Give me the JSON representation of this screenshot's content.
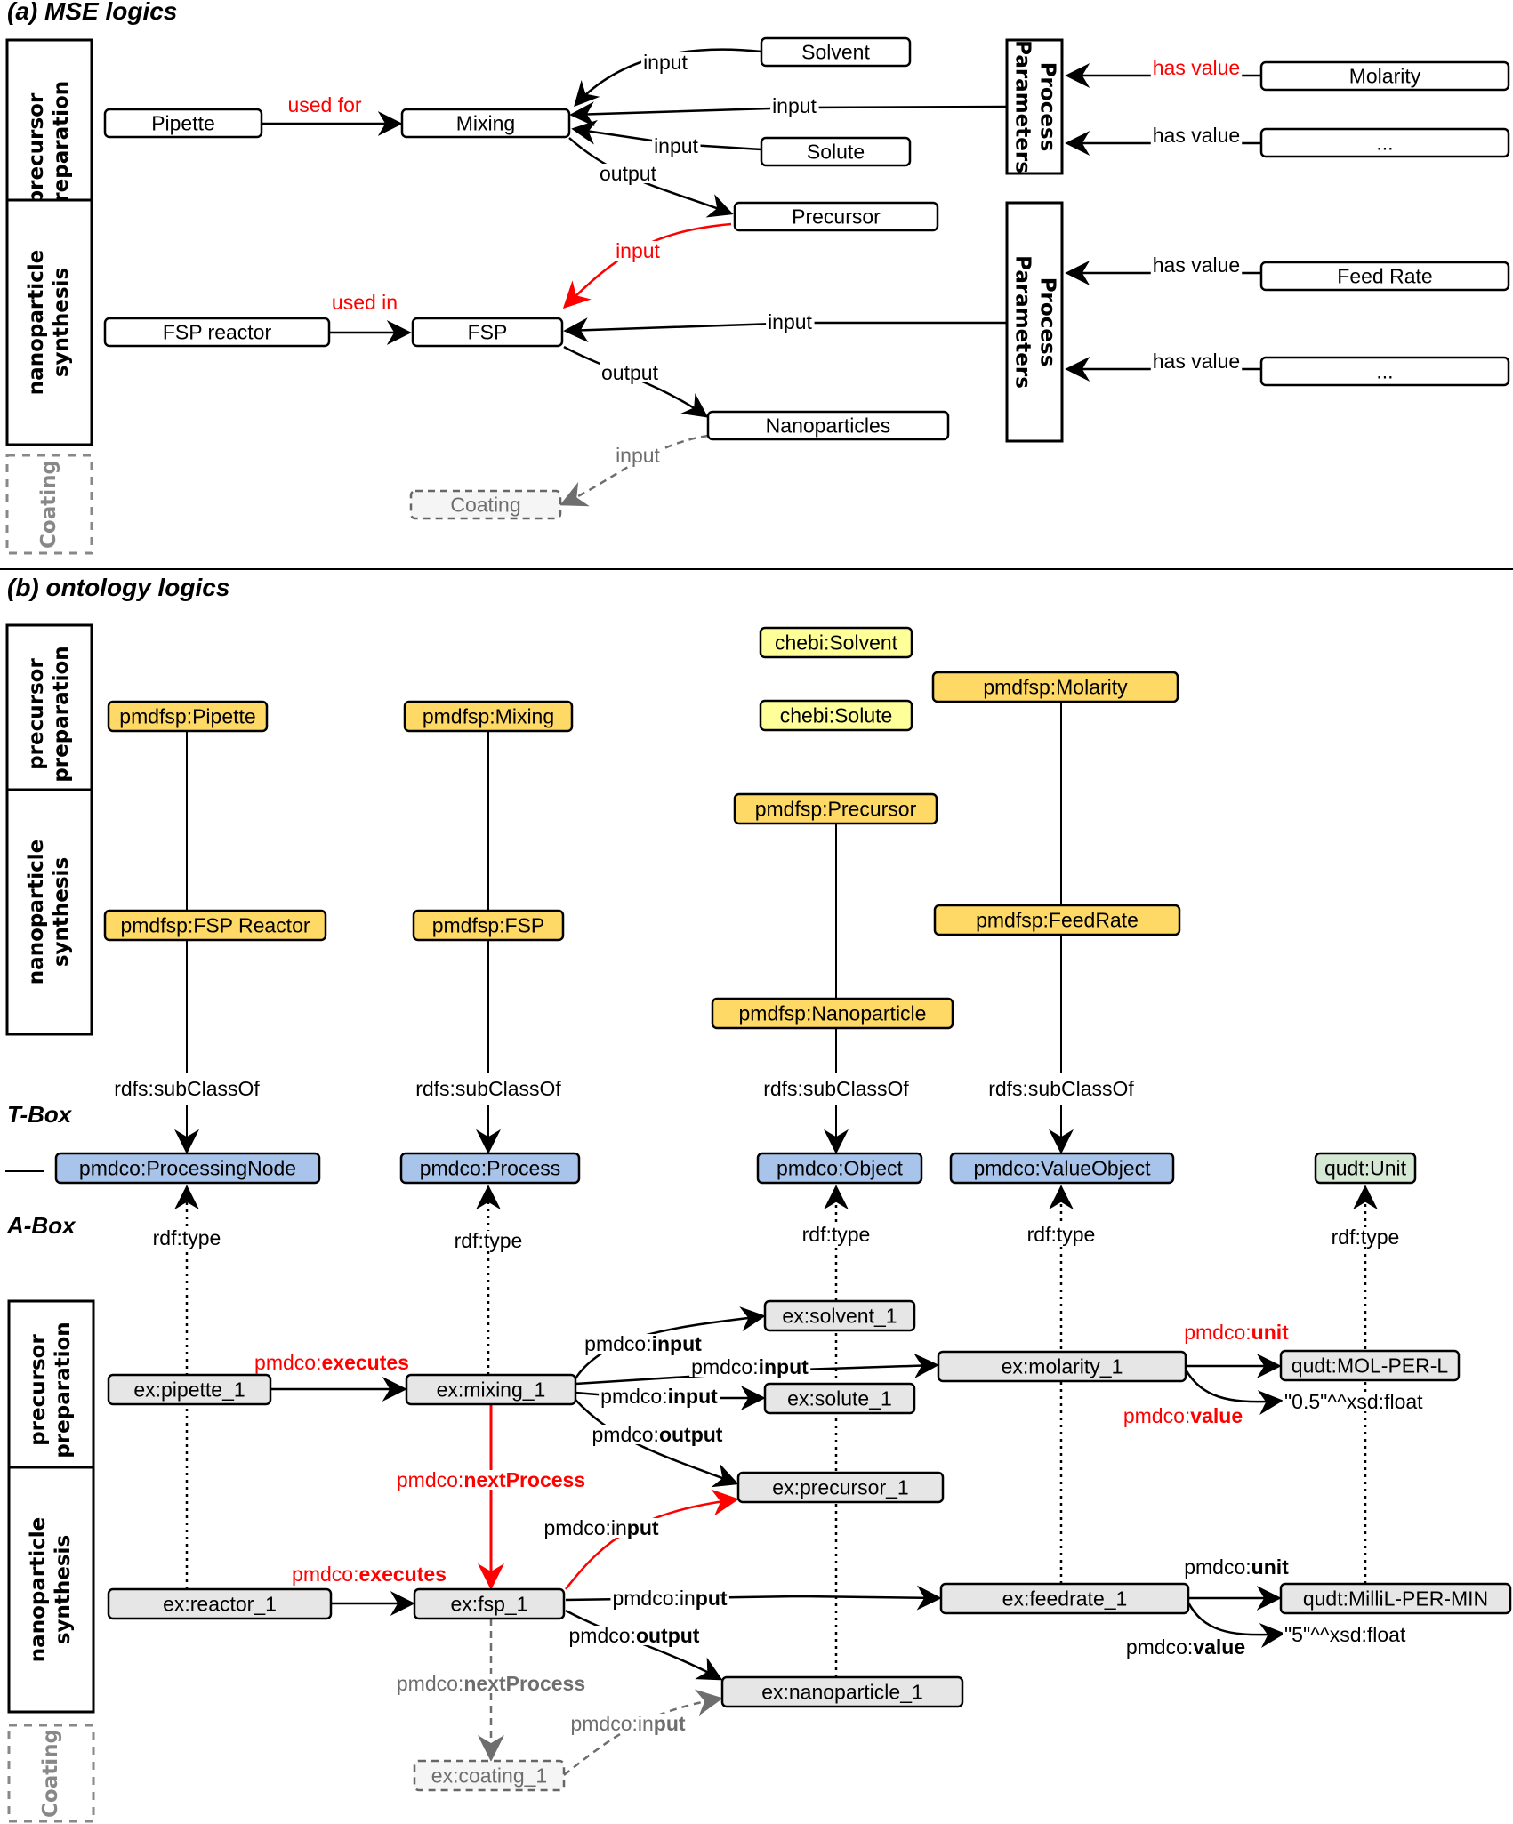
{
  "sections": {
    "a_title": "(a) MSE logics",
    "b_title": "(b) ontology logics",
    "tbox_label": "T-Box",
    "abox_label": "A-Box"
  },
  "colors": {
    "red": "#ff0000",
    "gray": "#6e6e6e",
    "black": "#000000",
    "tbox_yellow": "#ffd966",
    "chebi_yellow": "#ffff99",
    "blue": "#a9c4eb",
    "green": "#d5e8d4",
    "instance_gray": "#e6e6e6",
    "coating_fill": "#f5f5f5"
  },
  "mse": {
    "lanes": [
      {
        "id": "a_precursor",
        "lines": [
          "precursor",
          "preparation"
        ]
      },
      {
        "id": "a_nano",
        "lines": [
          "nanoparticle",
          "synthesis"
        ]
      },
      {
        "id": "a_coating",
        "lines": [
          "Coating"
        ],
        "dashed": true
      }
    ],
    "param_boxes": [
      {
        "id": "pp1",
        "lines": [
          "Process",
          "Parameters"
        ]
      },
      {
        "id": "pp2",
        "lines": [
          "Process",
          "Parameters"
        ]
      }
    ],
    "nodes": [
      {
        "id": "pipette",
        "label": "Pipette"
      },
      {
        "id": "mixing",
        "label": "Mixing"
      },
      {
        "id": "solvent",
        "label": "Solvent"
      },
      {
        "id": "solute",
        "label": "Solute"
      },
      {
        "id": "precursor",
        "label": "Precursor"
      },
      {
        "id": "fsp_reactor",
        "label": "FSP reactor"
      },
      {
        "id": "fsp",
        "label": "FSP"
      },
      {
        "id": "nanoparticles",
        "label": "Nanoparticles"
      },
      {
        "id": "coating",
        "label": "Coating",
        "dashed": true
      },
      {
        "id": "molarity",
        "label": "Molarity"
      },
      {
        "id": "ellipsis1",
        "label": "..."
      },
      {
        "id": "feed_rate",
        "label": "Feed Rate"
      },
      {
        "id": "ellipsis2",
        "label": "..."
      }
    ],
    "edges": [
      {
        "id": "e_usedfor",
        "label": "used for",
        "color": "red"
      },
      {
        "id": "e_solvent_in",
        "label": "input",
        "color": "black"
      },
      {
        "id": "e_pp1_in",
        "label": "input",
        "color": "black"
      },
      {
        "id": "e_solute_in",
        "label": "input",
        "color": "black"
      },
      {
        "id": "e_mix_out",
        "label": "output",
        "color": "black"
      },
      {
        "id": "e_prec_in",
        "label": "input",
        "color": "red"
      },
      {
        "id": "e_usedin",
        "label": "used in",
        "color": "red"
      },
      {
        "id": "e_pp2_in",
        "label": "input",
        "color": "black"
      },
      {
        "id": "e_fsp_out",
        "label": "output",
        "color": "black"
      },
      {
        "id": "e_coat_in",
        "label": "input",
        "color": "gray"
      },
      {
        "id": "e_hv_molarity",
        "label": "has value",
        "color": "red"
      },
      {
        "id": "e_hv_ell1",
        "label": "has value",
        "color": "black"
      },
      {
        "id": "e_hv_feed",
        "label": "has value",
        "color": "black"
      },
      {
        "id": "e_hv_ell2",
        "label": "has value",
        "color": "black"
      }
    ]
  },
  "ontology": {
    "lanes_tbox": [
      {
        "id": "t_precursor",
        "lines": [
          "precursor",
          "preparation"
        ]
      },
      {
        "id": "t_nano",
        "lines": [
          "nanoparticle",
          "synthesis"
        ]
      }
    ],
    "lanes_abox": [
      {
        "id": "b_precursor",
        "lines": [
          "precursor",
          "preparation"
        ]
      },
      {
        "id": "b_nano",
        "lines": [
          "nanoparticle",
          "synthesis"
        ]
      },
      {
        "id": "b_coating",
        "lines": [
          "Coating"
        ],
        "dashed": true
      }
    ],
    "classes": [
      {
        "id": "c_pipette",
        "label": "pmdfsp:Pipette",
        "kind": "tbox"
      },
      {
        "id": "c_mixing",
        "label": "pmdfsp:Mixing",
        "kind": "tbox"
      },
      {
        "id": "c_solvent",
        "label": "chebi:Solvent",
        "kind": "chebi"
      },
      {
        "id": "c_solute",
        "label": "chebi:Solute",
        "kind": "chebi"
      },
      {
        "id": "c_molarity",
        "label": "pmdfsp:Molarity",
        "kind": "tbox"
      },
      {
        "id": "c_precursor",
        "label": "pmdfsp:Precursor",
        "kind": "tbox"
      },
      {
        "id": "c_fspreactor",
        "label": "pmdfsp:FSP Reactor",
        "kind": "tbox"
      },
      {
        "id": "c_fsp",
        "label": "pmdfsp:FSP",
        "kind": "tbox"
      },
      {
        "id": "c_feedrate",
        "label": "pmdfsp:FeedRate",
        "kind": "tbox"
      },
      {
        "id": "c_nanoparticle",
        "label": "pmdfsp:Nanoparticle",
        "kind": "tbox"
      },
      {
        "id": "c_processingnode",
        "label": "pmdco:ProcessingNode",
        "kind": "blue"
      },
      {
        "id": "c_process",
        "label": "pmdco:Process",
        "kind": "blue"
      },
      {
        "id": "c_object",
        "label": "pmdco:Object",
        "kind": "blue"
      },
      {
        "id": "c_valueobject",
        "label": "pmdco:ValueObject",
        "kind": "blue"
      },
      {
        "id": "c_unit",
        "label": "qudt:Unit",
        "kind": "green"
      }
    ],
    "instances": [
      {
        "id": "i_pipette",
        "label": "ex:pipette_1"
      },
      {
        "id": "i_mixing",
        "label": "ex:mixing_1"
      },
      {
        "id": "i_solvent",
        "label": "ex:solvent_1"
      },
      {
        "id": "i_solute",
        "label": "ex:solute_1"
      },
      {
        "id": "i_molarity",
        "label": "ex:molarity_1"
      },
      {
        "id": "i_molperl",
        "label": "qudt:MOL-PER-L"
      },
      {
        "id": "i_precursor",
        "label": "ex:precursor_1"
      },
      {
        "id": "i_reactor",
        "label": "ex:reactor_1"
      },
      {
        "id": "i_fsp",
        "label": "ex:fsp_1"
      },
      {
        "id": "i_feedrate",
        "label": "ex:feedrate_1"
      },
      {
        "id": "i_millil",
        "label": "qudt:MilliL-PER-MIN"
      },
      {
        "id": "i_nanoparticle",
        "label": "ex:nanoparticle_1"
      },
      {
        "id": "i_coating",
        "label": "ex:coating_1",
        "dashed": true
      }
    ],
    "literals": [
      {
        "id": "lit_05",
        "label": "\"0.5\"^^xsd:float"
      },
      {
        "id": "lit_5",
        "label": "\"5\"^^xsd:float"
      }
    ],
    "subclass_labels": [
      "rdfs:subClassOf",
      "rdfs:subClassOf",
      "rdfs:subClassOf",
      "rdfs:subClassOf"
    ],
    "type_labels": [
      "rdf:type",
      "rdf:type",
      "rdf:type",
      "rdf:type",
      "rdf:type"
    ],
    "relations": [
      {
        "id": "r_exec1",
        "prefix": "pmdco:",
        "bold": "executes",
        "color": "red"
      },
      {
        "id": "r_in_solvent",
        "prefix": "pmdco:",
        "bold": "input",
        "color": "black"
      },
      {
        "id": "r_in_molarity",
        "prefix": "pmdco:",
        "bold": "input",
        "color": "black"
      },
      {
        "id": "r_in_solute",
        "prefix": "pmdco:",
        "bold": "input",
        "color": "black"
      },
      {
        "id": "r_out_prec",
        "prefix": "pmdco:",
        "bold": "output",
        "color": "black"
      },
      {
        "id": "r_next1",
        "prefix": "pmdco:",
        "bold": "nextProcess",
        "color": "red"
      },
      {
        "id": "r_in_prec",
        "prefix": "pmdco:in",
        "bold": "put",
        "color": "black"
      },
      {
        "id": "r_exec2",
        "prefix": "pmdco:",
        "bold": "executes",
        "color": "red"
      },
      {
        "id": "r_in_feed",
        "prefix": "pmdco:in",
        "bold": "put",
        "color": "black"
      },
      {
        "id": "r_out_nano",
        "prefix": "pmdco:",
        "bold": "output",
        "color": "black"
      },
      {
        "id": "r_next2",
        "prefix": "pmdco:",
        "bold": "nextProcess",
        "color": "gray"
      },
      {
        "id": "r_in_nano",
        "prefix": "pmdco:in",
        "bold": "put",
        "color": "gray"
      },
      {
        "id": "r_unit1",
        "prefix": "pmdco:",
        "bold": "unit",
        "color": "red"
      },
      {
        "id": "r_value1",
        "prefix": "pmdco:",
        "bold": "value",
        "color": "red"
      },
      {
        "id": "r_unit2",
        "prefix": "pmdco:",
        "bold": "unit",
        "color": "black"
      },
      {
        "id": "r_value2",
        "prefix": "pmdco:",
        "bold": "value",
        "color": "black"
      }
    ]
  }
}
